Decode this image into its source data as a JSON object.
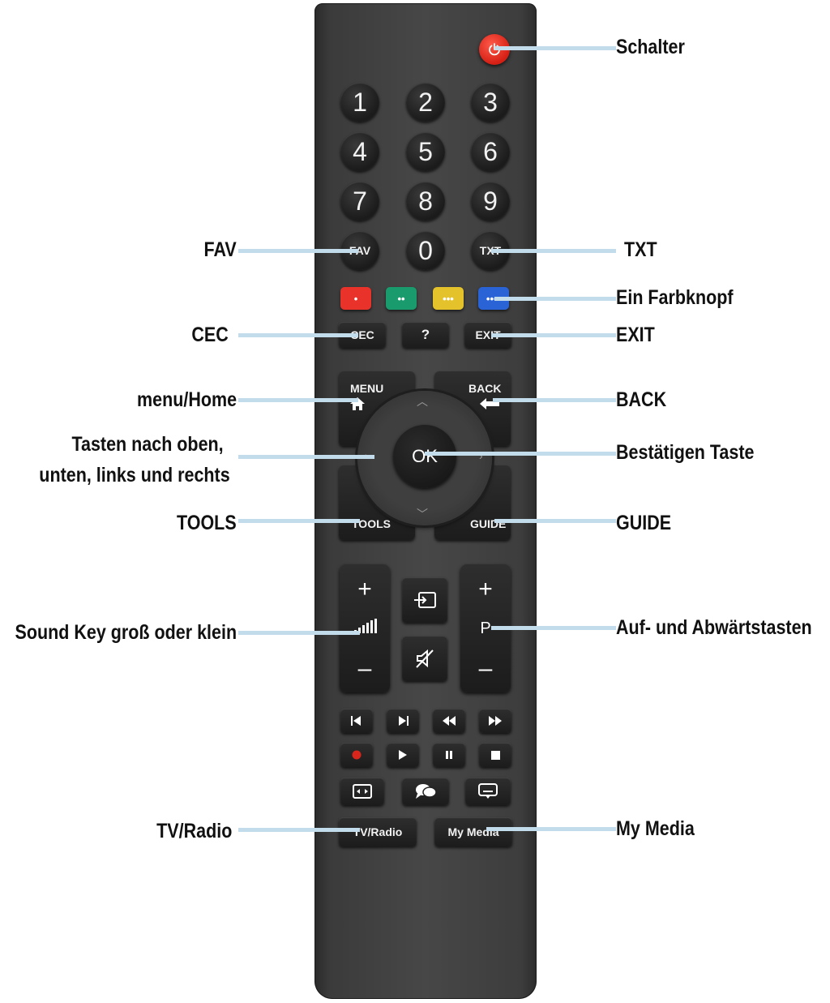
{
  "remote": {
    "numbers": [
      "1",
      "2",
      "3",
      "4",
      "5",
      "6",
      "7",
      "8",
      "9",
      "FAV",
      "0",
      "TXT"
    ],
    "color_keys": [
      {
        "dots": "•",
        "color": "#e8322a"
      },
      {
        "dots": "••",
        "color": "#1a9b6e"
      },
      {
        "dots": "•••",
        "color": "#e3c22b"
      },
      {
        "dots": "••••",
        "color": "#2a63d6"
      }
    ],
    "row_keys": [
      "CEC",
      "?",
      "EXIT"
    ],
    "nav": {
      "menu": "MENU",
      "back": "BACK",
      "tools": "TOOLS",
      "guide": "GUIDE",
      "ok": "OK"
    },
    "volume": {
      "plus": "+",
      "minus": "–"
    },
    "program": {
      "plus": "+",
      "label": "P",
      "minus": "–"
    },
    "bottom_keys": {
      "tv_radio": "TV/Radio",
      "my_media": "My Media"
    }
  },
  "labels": {
    "power": "Schalter",
    "fav": "FAV",
    "txt": "TXT",
    "color": "Ein Farbknopf",
    "cec": "CEC",
    "exit": "EXIT",
    "menu": "menu/Home",
    "back": "BACK",
    "arrows_line1": "Tasten nach oben,",
    "arrows_line2": "unten, links und rechts",
    "ok": "Bestätigen Taste",
    "tools": "TOOLS",
    "guide": "GUIDE",
    "sound": "Sound Key groß oder klein",
    "program": "Auf- und Abwärtstasten",
    "tv_radio": "TV/Radio",
    "my_media": "My Media"
  }
}
